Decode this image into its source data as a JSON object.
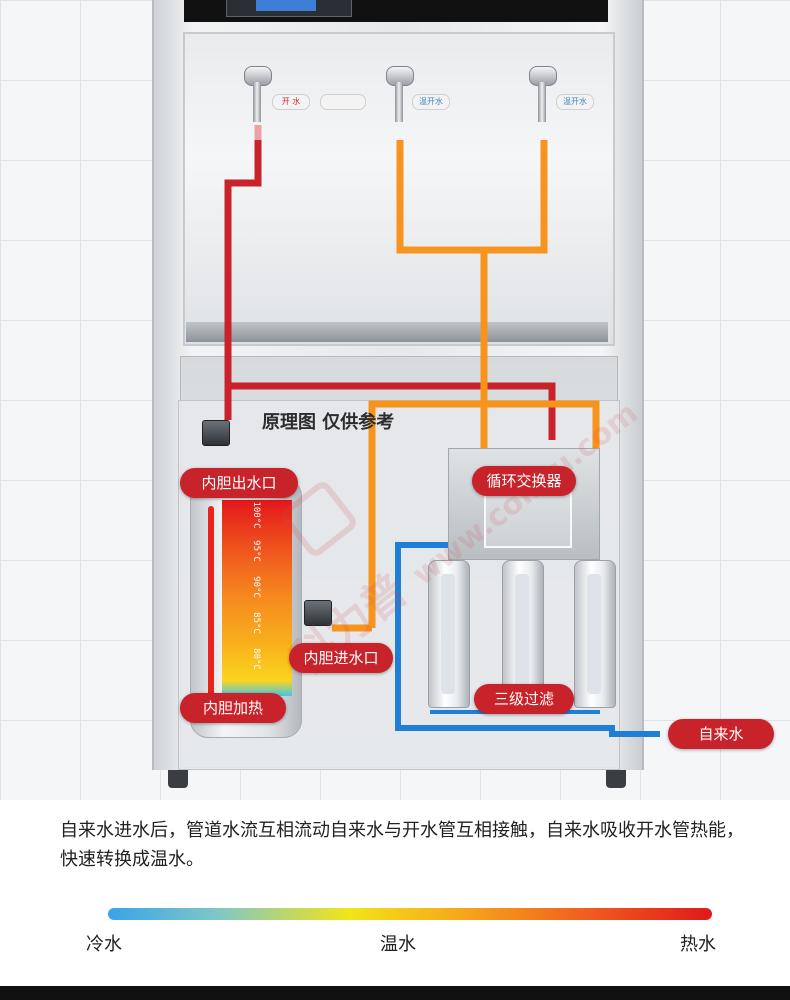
{
  "faucet_tags": {
    "left": "开 水",
    "middle": "",
    "right_a": "温开水",
    "right_b": "温开水"
  },
  "diagram": {
    "title": "原理图 仅供参考",
    "watermark_text": "科力普",
    "watermark_url": "www.colipu.com"
  },
  "labels": {
    "tank_outlet": "内胆出水口",
    "tank_inlet": "内胆进水口",
    "tank_heating": "内胆加热",
    "heat_exchanger": "循环交换器",
    "filtration": "三级过滤",
    "tap_water": "自来水"
  },
  "tank_temps": [
    "100°C",
    "95°C",
    "90°C",
    "85°C",
    "80°C"
  ],
  "caption": "自来水进水后，管道水流互相流动自来水与开水管互相接触，自来水吸收开水管热能，快速转换成温水。",
  "temperature_scale": {
    "cold": "冷水",
    "warm": "温水",
    "hot": "热水"
  },
  "colors": {
    "hot_pipe": "#c8232a",
    "warm_pipe": "#f7941d",
    "cold_pipe": "#1e7fd6",
    "label_bg": "#c8232a"
  }
}
